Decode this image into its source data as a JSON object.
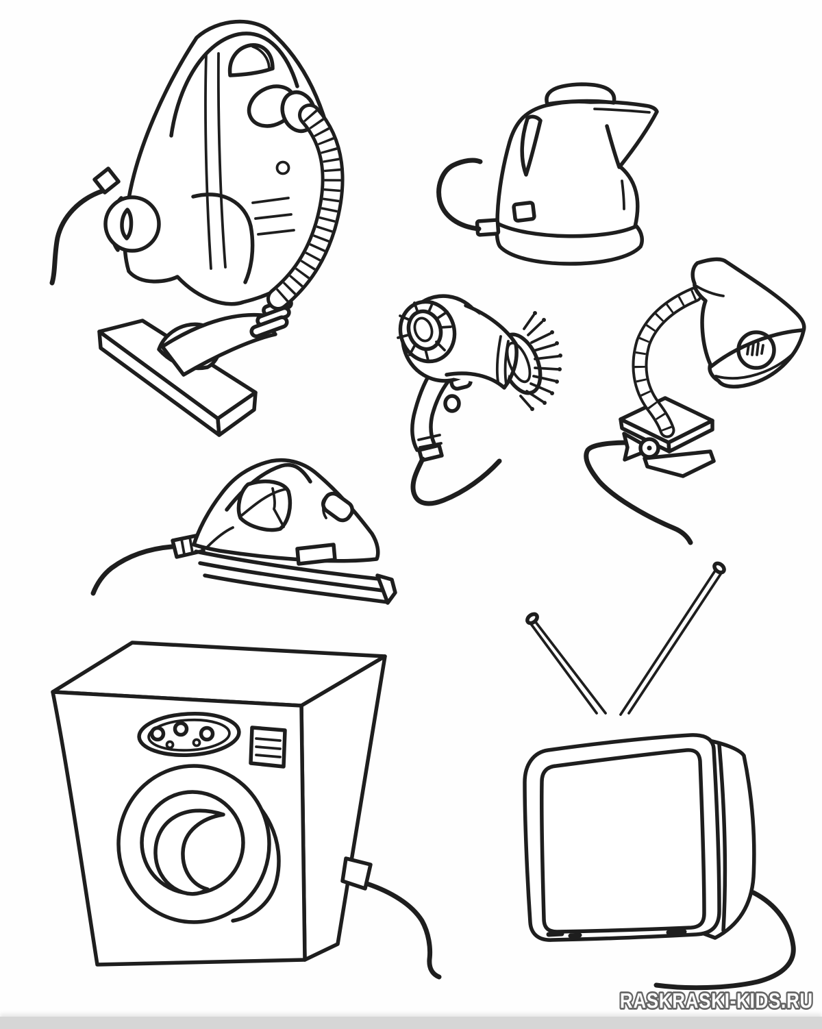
{
  "watermark": {
    "text": "RASKRASKI-KIDS.RU"
  },
  "colors": {
    "line": "#1e1e1e",
    "paper": "#ffffff",
    "watermark_fill": "#ffffff",
    "watermark_outline": "#666666",
    "scan_band": "#d6d6d6"
  },
  "illustrations": [
    {
      "name": "vacuum-cleaner"
    },
    {
      "name": "electric-kettle"
    },
    {
      "name": "hair-dryer"
    },
    {
      "name": "clip-on-desk-lamp"
    },
    {
      "name": "clothes-iron"
    },
    {
      "name": "washing-machine"
    },
    {
      "name": "crt-television"
    }
  ]
}
